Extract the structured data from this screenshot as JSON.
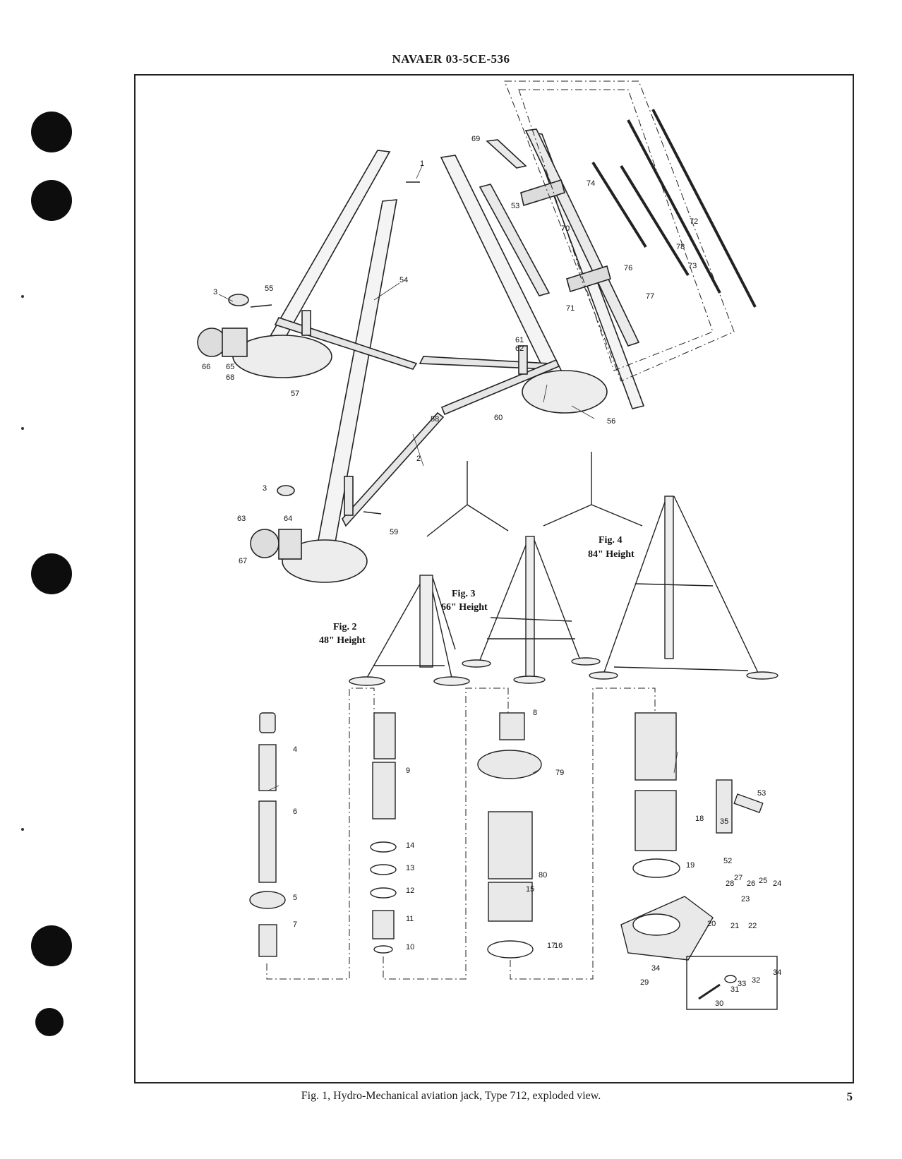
{
  "document": {
    "header": "NAVAER 03-5CE-536",
    "caption": "Fig. 1, Hydro-Mechanical aviation jack, Type 712, exploded view.",
    "page_number": "5"
  },
  "figures": [
    {
      "label": "Fig. 2",
      "height": "48\" Height"
    },
    {
      "label": "Fig. 3",
      "height": "66\" Height"
    },
    {
      "label": "Fig. 4",
      "height": "84\" Height"
    }
  ],
  "callouts": [
    "1",
    "2",
    "3",
    "3",
    "4",
    "5",
    "6",
    "7",
    "8",
    "9",
    "10",
    "11",
    "12",
    "13",
    "14",
    "15",
    "16",
    "17",
    "18",
    "19",
    "20",
    "21",
    "22",
    "23",
    "24",
    "25",
    "26",
    "27",
    "28",
    "29",
    "30",
    "31",
    "32",
    "33",
    "34",
    "34",
    "35",
    "52",
    "53",
    "53",
    "54",
    "55",
    "56",
    "57",
    "58",
    "59",
    "60",
    "61",
    "62",
    "63",
    "64",
    "65",
    "66",
    "67",
    "68",
    "69",
    "70",
    "71",
    "72",
    "73",
    "74",
    "76",
    "77",
    "78",
    "79",
    "80"
  ]
}
